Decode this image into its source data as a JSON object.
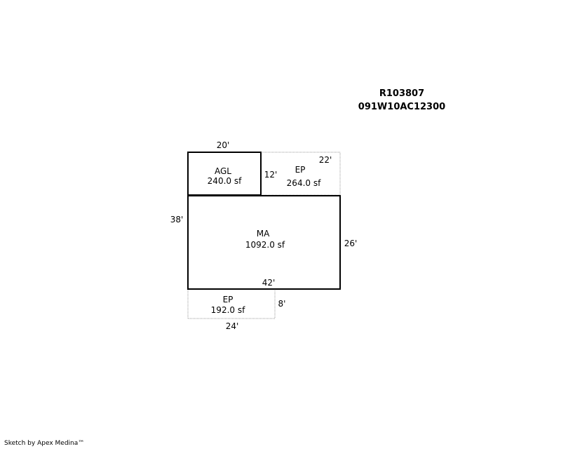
{
  "header": {
    "parcel_id": "R103807",
    "map_number": "091W10AC12300"
  },
  "areas": [
    {
      "code": "AGL",
      "area": "240.0 sf"
    },
    {
      "code": "EP",
      "area": "264.0 sf"
    },
    {
      "code": "MA",
      "area": "1092.0 sf"
    },
    {
      "code": "EP",
      "area": "192.0 sf"
    }
  ],
  "dimensions": {
    "agl_width": "20'",
    "agl_depth": "12'",
    "ep_top_width": "22'",
    "overall_left": "38'",
    "ma_right": "26'",
    "ma_width": "42'",
    "ep_bottom_depth": "8'",
    "ep_bottom_width": "24'"
  },
  "footer": "Sketch by Apex Medina™",
  "colors": {
    "solid_line": "#000000",
    "dotted_line": "#9a9a9a"
  }
}
